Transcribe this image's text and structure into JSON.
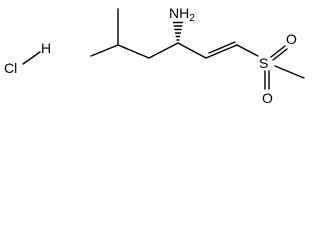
{
  "molecule": {
    "salt": {
      "cl": "Cl",
      "h": "H"
    },
    "amine": {
      "element": "N",
      "hydrogens": "H",
      "count": "2"
    },
    "sulfonyl": {
      "sulfur": "S",
      "oxygen_top": "O",
      "oxygen_bottom": "O"
    }
  }
}
